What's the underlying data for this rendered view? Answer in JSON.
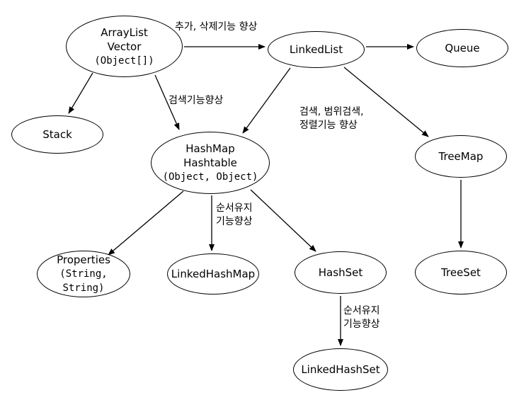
{
  "nodes": {
    "arraylist": {
      "line1": "ArrayList",
      "line2": "Vector",
      "line3": "(Object[])"
    },
    "linkedlist": {
      "line1": "LinkedList"
    },
    "queue": {
      "line1": "Queue"
    },
    "stack": {
      "line1": "Stack"
    },
    "hashmap": {
      "line1": "HashMap",
      "line2": "Hashtable",
      "line3": "(Object, Object)"
    },
    "treemap": {
      "line1": "TreeMap"
    },
    "properties": {
      "line1": "Properties",
      "line2": "(String, String)"
    },
    "linkedhashmap": {
      "line1": "LinkedHashMap"
    },
    "hashset": {
      "line1": "HashSet"
    },
    "treeset": {
      "line1": "TreeSet"
    },
    "linkedhashset": {
      "line1": "LinkedHashSet"
    }
  },
  "labels": {
    "add_delete": "추가, 삭제기능 향상",
    "search_1": "검색기능향상",
    "search_range_1": "검색, 범위검색,",
    "search_range_2": "정렬기능 향상",
    "order_a1": "순서유지",
    "order_a2": "기능향상",
    "order_b1": "순서유지",
    "order_b2": "기능향상"
  },
  "colors": {
    "stroke": "#000000",
    "background": "#ffffff"
  }
}
